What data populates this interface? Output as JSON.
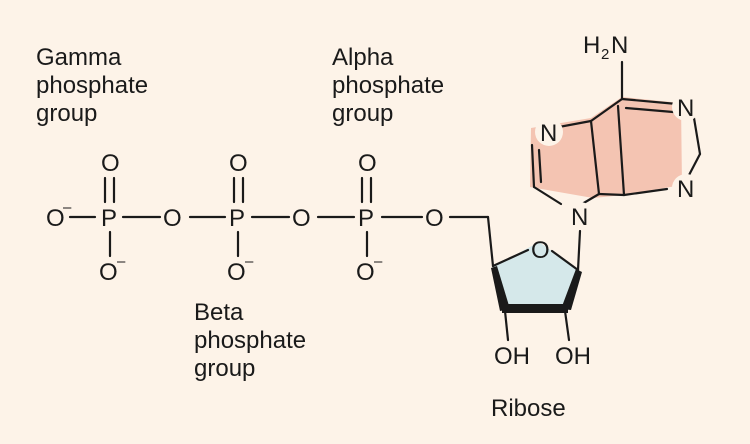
{
  "labels": {
    "gamma": [
      "Gamma",
      "phosphate",
      "group"
    ],
    "alpha": [
      "Alpha",
      "phosphate",
      "group"
    ],
    "beta": [
      "Beta",
      "phosphate",
      "group"
    ],
    "ribose": "Ribose"
  },
  "atoms": {
    "oxygen": "O",
    "phosphorus": "P",
    "nitrogen": "N",
    "hydrogen": "H",
    "hydroxyl": "OH",
    "minus": "–",
    "h2_sub": "2"
  },
  "colors": {
    "background": "#fdf3e8",
    "purine_fill": "#f4c4b2",
    "ribose_fill": "#d5e8ea",
    "atom_halo": "#fdf3e8",
    "ink": "#1a1a1a"
  }
}
